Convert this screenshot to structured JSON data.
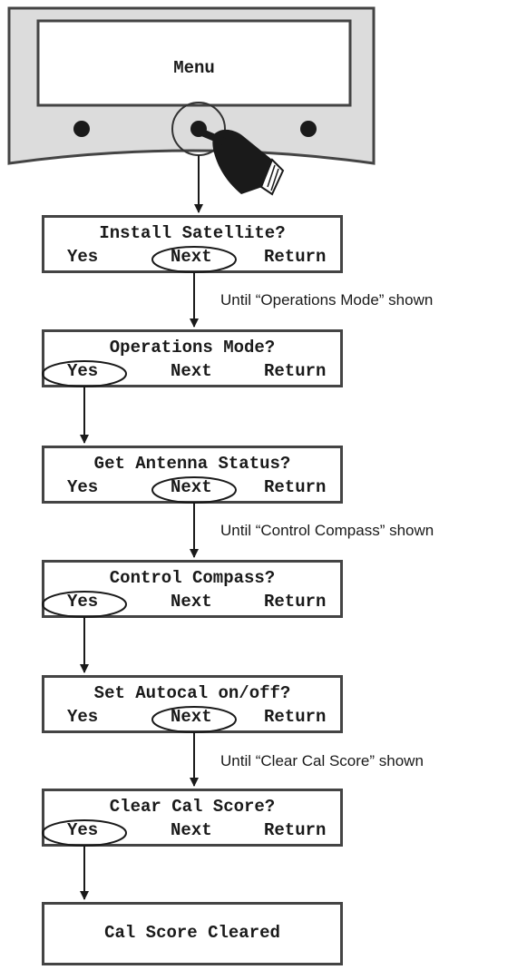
{
  "device": {
    "display_text": "Menu"
  },
  "screens": [
    {
      "id": "install-satellite",
      "title": "Install Satellite?",
      "options": [
        "Yes",
        "Next",
        "Return"
      ],
      "selected": "Next"
    },
    {
      "id": "operations-mode",
      "title": "Operations Mode?",
      "options": [
        "Yes",
        "Next",
        "Return"
      ],
      "selected": "Yes"
    },
    {
      "id": "get-antenna-status",
      "title": "Get Antenna Status?",
      "options": [
        "Yes",
        "Next",
        "Return"
      ],
      "selected": "Next"
    },
    {
      "id": "control-compass",
      "title": "Control Compass?",
      "options": [
        "Yes",
        "Next",
        "Return"
      ],
      "selected": "Yes"
    },
    {
      "id": "set-autocal",
      "title": "Set Autocal on/off?",
      "options": [
        "Yes",
        "Next",
        "Return"
      ],
      "selected": "Next"
    },
    {
      "id": "clear-cal-score",
      "title": "Clear Cal Score?",
      "options": [
        "Yes",
        "Next",
        "Return"
      ],
      "selected": "Yes"
    },
    {
      "id": "cal-score-cleared",
      "title": "Cal Score Cleared"
    }
  ],
  "notes": [
    "Until “Operations Mode” shown",
    "Until “Control Compass” shown",
    "Until “Clear Cal Score” shown"
  ],
  "colors": {
    "panel_fill": "#dcdcdc",
    "border": "#444444",
    "text": "#1a1a1a"
  }
}
